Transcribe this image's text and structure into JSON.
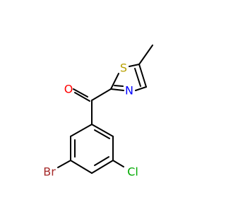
{
  "molecule": {
    "atoms": {
      "oxygen": {
        "symbol": "O",
        "color": "#ff0000"
      },
      "sulfur": {
        "symbol": "S",
        "color": "#b8a000"
      },
      "nitrogen": {
        "symbol": "N",
        "color": "#0000ff"
      },
      "bromine": {
        "symbol": "Br",
        "color": "#a52a2a"
      },
      "chlorine": {
        "symbol": "Cl",
        "color": "#00aa00"
      }
    },
    "bond_color": "#000000"
  }
}
